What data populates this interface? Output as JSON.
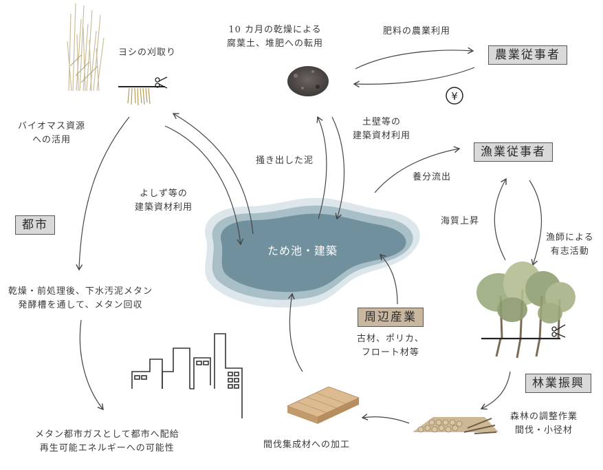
{
  "colors": {
    "box_fill": "#d9d9d9",
    "box_fill_shubian": "#c9b89f",
    "pond_deep": "#6f909c",
    "pond_mid": "#a9bfc8",
    "pond_light": "#dde6ea",
    "arrow": "#444444"
  },
  "center": {
    "label": "ため池・建築"
  },
  "boxes": {
    "agriculture": "農業従事者",
    "fishery": "漁業従事者",
    "city": "都市",
    "forestry": "林業振興",
    "peripheral": "周辺産業"
  },
  "labels": {
    "reed_harvest": [
      "ヨシの刈取り"
    ],
    "biomass": [
      "バイオマス資源",
      "への活用"
    ],
    "yoshizu": [
      "よしず等の",
      "建築資材利用"
    ],
    "humus": [
      "10 カ月の乾燥による",
      "腐葉土、堆肥への転用"
    ],
    "fertilizer": [
      "肥料の農業利用"
    ],
    "dug_mud": [
      "掻き出した泥"
    ],
    "earth_wall": [
      "土壁等の",
      "建築資材利用"
    ],
    "nutrient": [
      "養分流出"
    ],
    "sea_quality": [
      "海質上昇"
    ],
    "fishermen": [
      "漁師による",
      "有志活動"
    ],
    "methane": [
      "乾燥・前処理後、下水汚泥メタン",
      "発酵槽を通して、メタン回収"
    ],
    "city_gas": [
      "メタン都市ガスとして都市へ配給",
      "再生可能エネルギーへの可能性"
    ],
    "lumber": [
      "間伐集成材への加工"
    ],
    "forest_work": [
      "森林の調整作業",
      "間伐・小径材"
    ],
    "old_materials": [
      "古材、ポリカ、",
      "フロート材等"
    ]
  },
  "icons": {
    "yen": "yen-icon",
    "scissors": "scissors-icon",
    "reed": "reed-grass-icon",
    "soil": "soil-heap-icon",
    "trees": "trees-icon",
    "logs": "log-pile-icon",
    "boards": "lumber-boards-icon",
    "city": "city-buildings-icon"
  }
}
